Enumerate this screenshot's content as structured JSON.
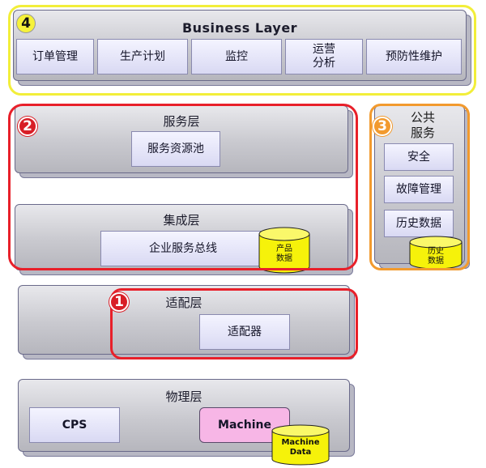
{
  "business_layer": {
    "badge": "4",
    "title": "Business Layer",
    "items": [
      "订单管理",
      "生产计划",
      "监控",
      "运营\n分析",
      "预防性维护"
    ]
  },
  "service_layer": {
    "badge": "2",
    "title": "服务层",
    "pool": "服务资源池"
  },
  "integration_layer": {
    "title": "集成层",
    "bus": "企业服务总线",
    "db": "产品\n数据"
  },
  "public_services": {
    "badge": "3",
    "title": "公共\n服务",
    "items": [
      "安全",
      "故障管理",
      "历史数据"
    ],
    "db": "历史\n数据"
  },
  "adapter_layer": {
    "badge": "1",
    "title": "适配层",
    "adapter": "适配器"
  },
  "physical_layer": {
    "title": "物理层",
    "cps": "CPS",
    "machine": "Machine",
    "db": "Machine\nData"
  },
  "colors": {
    "yellow": "#f2ee3a",
    "red": "#e8202a",
    "orange": "#f29a2e",
    "machine_pink": "#f7b6e6",
    "cylinder": "#f6f20a"
  }
}
